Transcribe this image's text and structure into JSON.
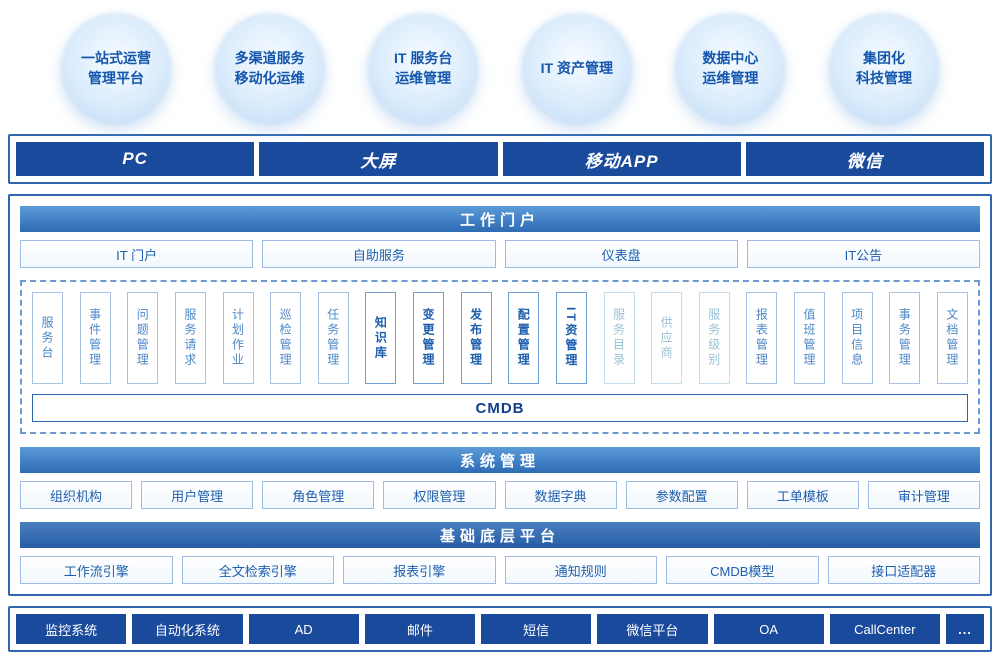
{
  "bubbles": [
    {
      "line1": "一站式运营",
      "line2": "管理平台"
    },
    {
      "line1": "多渠道服务",
      "line2": "移动化运维"
    },
    {
      "line1": "IT 服务台",
      "line2": "运维管理"
    },
    {
      "line1": "IT 资产管理",
      "line2": ""
    },
    {
      "line1": "数据中心",
      "line2": "运维管理"
    },
    {
      "line1": "集团化",
      "line2": "科技管理"
    }
  ],
  "channels": {
    "items": [
      "PC",
      "大屏",
      "移动APP",
      "微信"
    ]
  },
  "portal": {
    "title": "工作门户",
    "buttons": [
      "IT 门户",
      "自助服务",
      "仪表盘",
      "IT公告"
    ]
  },
  "modules": {
    "items": [
      {
        "label": "服务台",
        "tone": "normal"
      },
      {
        "label": "事件管理",
        "tone": "normal"
      },
      {
        "label": "问题管理",
        "tone": "normal"
      },
      {
        "label": "服务请求",
        "tone": "normal"
      },
      {
        "label": "计划作业",
        "tone": "normal"
      },
      {
        "label": "巡检管理",
        "tone": "normal"
      },
      {
        "label": "任务管理",
        "tone": "normal"
      },
      {
        "label": "知识库",
        "tone": "dark"
      },
      {
        "label": "变更管理",
        "tone": "dark"
      },
      {
        "label": "发布管理",
        "tone": "dark"
      },
      {
        "label": "配置管理",
        "tone": "dark"
      },
      {
        "label": "IT资管理",
        "tone": "dark"
      },
      {
        "label": "服务目录",
        "tone": "light"
      },
      {
        "label": "供应商",
        "tone": "light"
      },
      {
        "label": "服务级别",
        "tone": "light"
      },
      {
        "label": "报表管理",
        "tone": "normal"
      },
      {
        "label": "值班管理",
        "tone": "normal"
      },
      {
        "label": "项目信息",
        "tone": "normal"
      },
      {
        "label": "事务管理",
        "tone": "normal"
      },
      {
        "label": "文档管理",
        "tone": "normal"
      }
    ],
    "cmdb": "CMDB"
  },
  "system": {
    "title": "系统管理",
    "buttons": [
      "组织机构",
      "用户管理",
      "角色管理",
      "权限管理",
      "数据字典",
      "参数配置",
      "工单模板",
      "审计管理"
    ]
  },
  "platform": {
    "title": "基础底层平台",
    "buttons": [
      "工作流引擎",
      "全文检索引擎",
      "报表引擎",
      "通知规则",
      "CMDB模型",
      "接口适配器"
    ]
  },
  "integrations": {
    "items": [
      "监控系统",
      "自动化系统",
      "AD",
      "邮件",
      "短信",
      "微信平台",
      "OA",
      "CallCenter",
      "..."
    ]
  },
  "colors": {
    "primary_navy": "#1a4a9c",
    "border_blue": "#2f66ae",
    "header_gradient_top": "#5c9bd8",
    "header_gradient_bottom": "#2d6bb4",
    "bubble_text": "#1456ad",
    "module_normal": "#4e87c6",
    "module_dark": "#1d5fae",
    "module_light": "#9ac2d3"
  }
}
